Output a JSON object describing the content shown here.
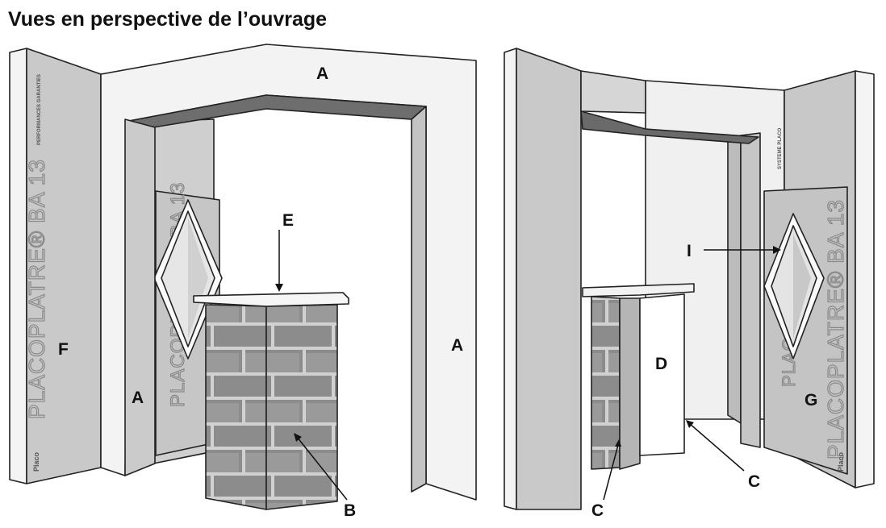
{
  "title": "Vues en perspective de l’ouvrage",
  "labels": {
    "left_A_top": "A",
    "left_A_right": "A",
    "left_A_left": "A",
    "left_E": "E",
    "left_F": "F",
    "left_B": "B",
    "right_I": "I",
    "right_D": "D",
    "right_G": "G",
    "right_C_right": "C",
    "right_C_left": "C"
  },
  "board_text": {
    "brand": "PLACOPLATRE® BA 13",
    "brand_short": "PLACO",
    "logo": "Placo",
    "stamp": "PERFORMANCES GARANTIES",
    "system": "SYSTEME PLACO"
  },
  "colors": {
    "board_grey": "#c9c9c9",
    "edge_white": "#f4f4f4",
    "lintel_dark": "#6e6e6e",
    "brick": "#8f8f8f"
  }
}
